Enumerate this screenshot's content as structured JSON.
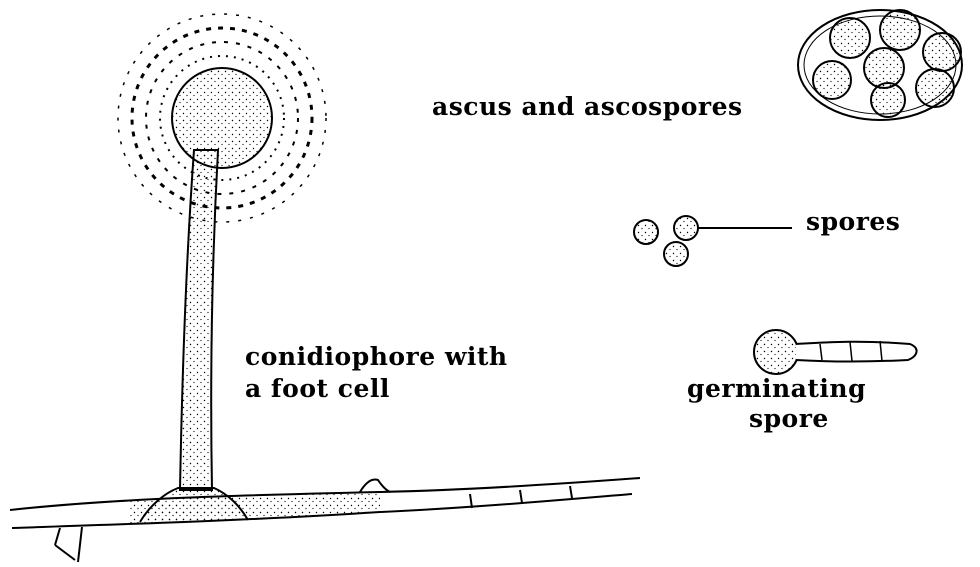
{
  "labels": {
    "ascus": "ascus and ascospores",
    "spores": "spores",
    "conidiophore_line1": "conidiophore with",
    "conidiophore_line2": "a foot cell",
    "germinating_line1": "germinating",
    "germinating_line2": "spore"
  },
  "colors": {
    "ink": "#000000",
    "background": "#ffffff"
  }
}
